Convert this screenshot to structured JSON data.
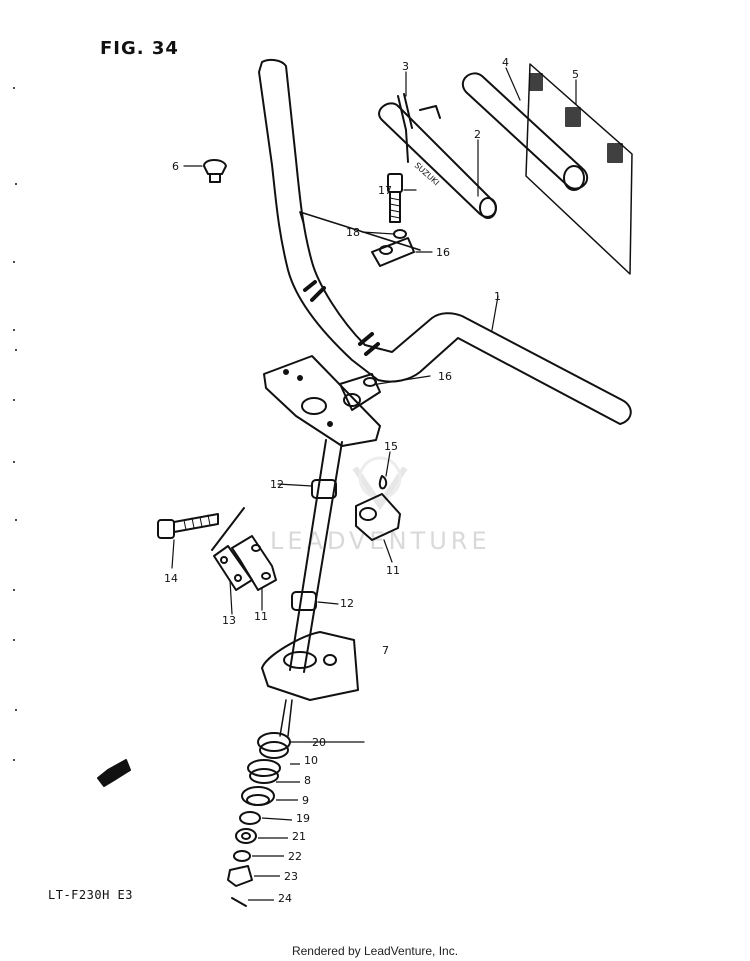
{
  "figure_title": "FIG. 34",
  "model_code": "LT-F230H E3",
  "footer": "Rendered by LeadVenture, Inc.",
  "watermark": "LEADVENTURE",
  "callouts": [
    "1",
    "2",
    "3",
    "4",
    "5",
    "6",
    "7",
    "8",
    "9",
    "10",
    "11",
    "11",
    "12",
    "12",
    "13",
    "14",
    "15",
    "16",
    "16",
    "17",
    "18",
    "19",
    "20",
    "21",
    "22",
    "23",
    "24"
  ],
  "icons": [
    "front-direction-arrow-icon",
    "leadventure-logo-icon"
  ],
  "colors": {
    "ink": "#111111",
    "watermark": "#d9d9d9"
  }
}
